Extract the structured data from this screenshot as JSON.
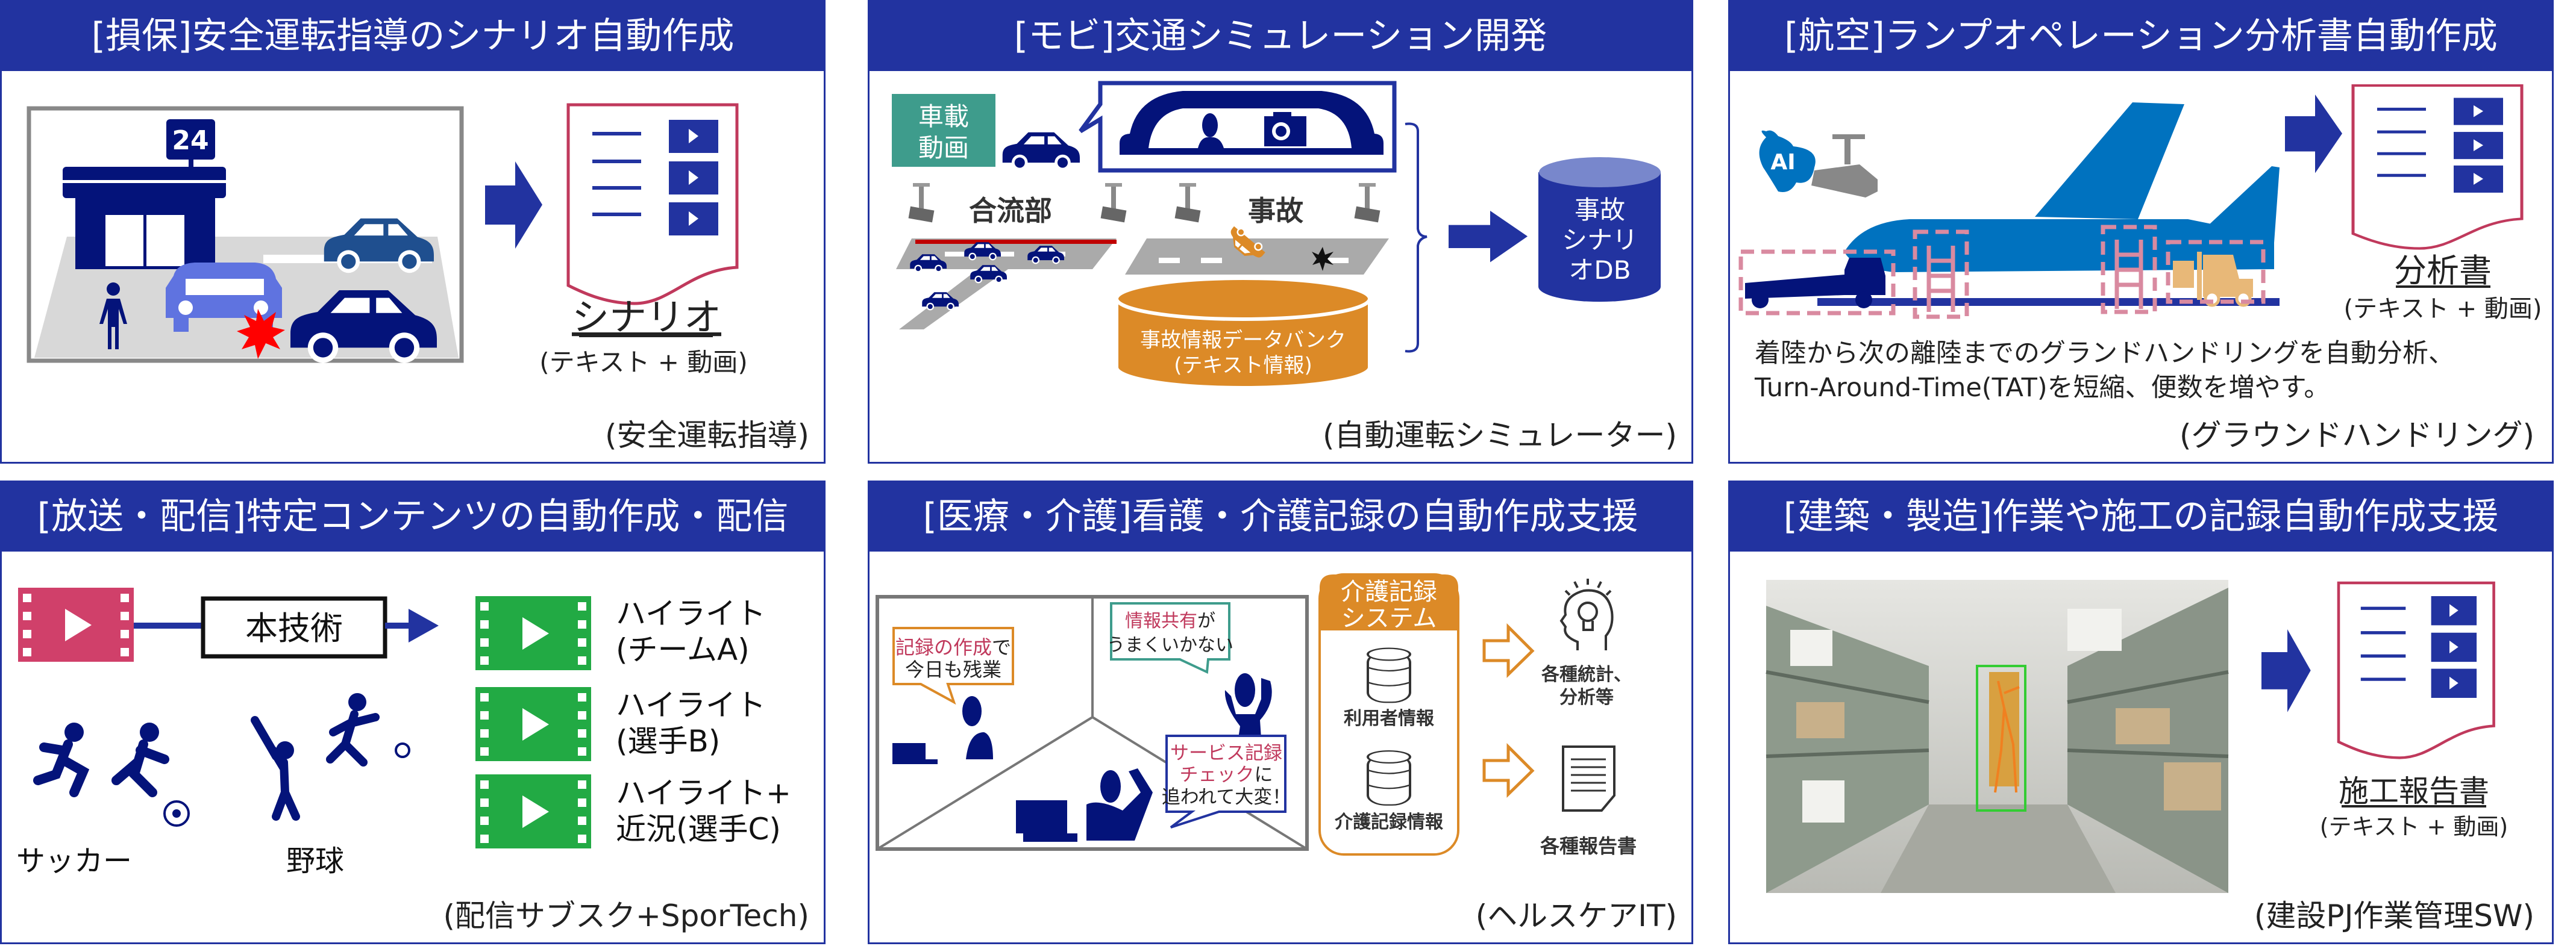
{
  "colors": {
    "header": "#2233a0",
    "navy": "#04137a",
    "document_border": "#c0395c",
    "orange": "#dc8a27",
    "teal": "#3e9c8c",
    "pink_dashed": "#d98aa0",
    "plane": "#0072bf",
    "video_pink": "#d0406a",
    "video_green": "#22aa44"
  },
  "panels": [
    {
      "title": "[損保]安全運転指導のシナリオ自動作成",
      "sign": "24",
      "output_title": "シナリオ",
      "output_sub": "(テキスト + 動画)",
      "caption": "(安全運転指導)"
    },
    {
      "title": "[モビ]交通シミュレーション開発",
      "onboard": [
        "車載",
        "動画"
      ],
      "merge_label": "合流部",
      "accident_label": "事故",
      "databank": [
        "事故情報データバンク",
        "(テキスト情報)"
      ],
      "db": [
        "事故",
        "シナリ",
        "オDB"
      ],
      "caption": "(自動運転シミュレーター)"
    },
    {
      "title": "[航空]ランプオペレーション分析書自動作成",
      "ai": "AI",
      "output_title": "分析書",
      "output_sub": "(テキスト + 動画)",
      "description": [
        "着陸から次の離陸までのグランドハンドリングを自動分析、",
        "Turn-Around-Time(TAT)を短縮、便数を増やす。"
      ],
      "caption": "(グラウンドハンドリング)"
    },
    {
      "title": "[放送・配信]特定コンテンツの自動作成・配信",
      "tech": "本技術",
      "outputs": [
        [
          "ハイライト",
          "(チームA)"
        ],
        [
          "ハイライト",
          "(選手B)"
        ],
        [
          "ハイライト+",
          "近況(選手C)"
        ]
      ],
      "soccer": "サッカー",
      "baseball": "野球",
      "caption": "(配信サブスク+SporTech)"
    },
    {
      "title": "[医療・介護]看護・介護記録の自動作成支援",
      "bubble1": {
        "hl": "記録の作成",
        "rest": "で",
        "line2": "今日も残業"
      },
      "bubble2": {
        "hl": "情報共有",
        "rest": "が",
        "line2": "うまくいかない"
      },
      "bubble3": {
        "line1": "サービス記録",
        "hl": "チェック",
        "rest": "に",
        "line3": "追われて大変！"
      },
      "system": [
        "介護記録",
        "システム"
      ],
      "db1": "利用者情報",
      "db2": "介護記録情報",
      "out1": [
        "各種統計、",
        "分析等"
      ],
      "out2": "各種報告書",
      "caption": "(ヘルスケアIT)"
    },
    {
      "title": "[建築・製造]作業や施工の記録自動作成支援",
      "output_title": "施工報告書",
      "output_sub": "(テキスト + 動画)",
      "caption": "(建設PJ作業管理SW)"
    }
  ]
}
